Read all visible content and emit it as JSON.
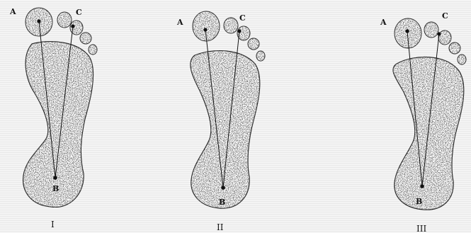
{
  "figures": [
    {
      "numeral": "I",
      "points": {
        "a": "A",
        "b": "B",
        "c": "C"
      }
    },
    {
      "numeral": "II",
      "points": {
        "a": "A",
        "b": "B",
        "c": "C"
      }
    },
    {
      "numeral": "III",
      "points": {
        "a": "A",
        "b": "B",
        "c": "C"
      }
    }
  ],
  "colors": {
    "background": "#f3f3f3",
    "ink": "#111111",
    "speckle": "#3a3a3a",
    "outline": "#222222"
  }
}
